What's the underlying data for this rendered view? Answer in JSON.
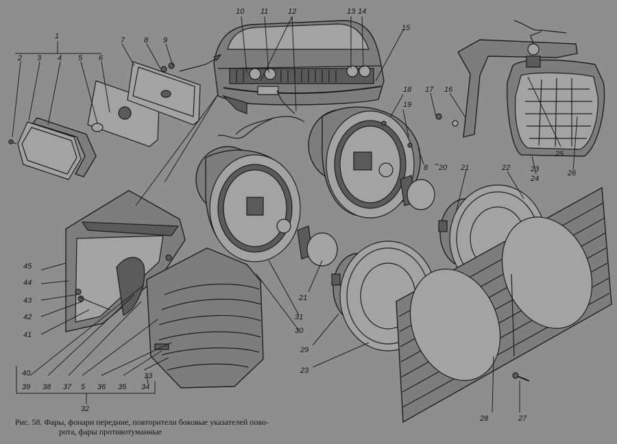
{
  "caption": {
    "line1": "Рис. 58. Фары, фонари передние, повторители боковые указателей пово-",
    "line2": "рота, фары противотуманные"
  },
  "callouts": [
    {
      "id": "c1",
      "label": "1"
    },
    {
      "id": "c2",
      "label": "2"
    },
    {
      "id": "c3",
      "label": "3"
    },
    {
      "id": "c4",
      "label": "4"
    },
    {
      "id": "c5a",
      "label": "5"
    },
    {
      "id": "c6",
      "label": "6"
    },
    {
      "id": "c7",
      "label": "7"
    },
    {
      "id": "c8a",
      "label": "8"
    },
    {
      "id": "c9",
      "label": "9"
    },
    {
      "id": "c10",
      "label": "10"
    },
    {
      "id": "c11",
      "label": "11"
    },
    {
      "id": "c12",
      "label": "12"
    },
    {
      "id": "c13",
      "label": "13"
    },
    {
      "id": "c14",
      "label": "14"
    },
    {
      "id": "c15",
      "label": "15"
    },
    {
      "id": "c16",
      "label": "16"
    },
    {
      "id": "c17",
      "label": "17"
    },
    {
      "id": "c18",
      "label": "18"
    },
    {
      "id": "c19",
      "label": "19"
    },
    {
      "id": "c8b",
      "label": "8"
    },
    {
      "id": "c20",
      "label": "20"
    },
    {
      "id": "c21a",
      "label": "21"
    },
    {
      "id": "c22",
      "label": "22"
    },
    {
      "id": "c23a",
      "label": "23"
    },
    {
      "id": "c24",
      "label": "24"
    },
    {
      "id": "c25",
      "label": "25"
    },
    {
      "id": "c26",
      "label": "26"
    },
    {
      "id": "c21b",
      "label": "21"
    },
    {
      "id": "c31",
      "label": "31"
    },
    {
      "id": "c30",
      "label": "30"
    },
    {
      "id": "c29",
      "label": "29"
    },
    {
      "id": "c23b",
      "label": "23"
    },
    {
      "id": "c28",
      "label": "28"
    },
    {
      "id": "c27",
      "label": "27"
    },
    {
      "id": "c45",
      "label": "45"
    },
    {
      "id": "c44",
      "label": "44"
    },
    {
      "id": "c43",
      "label": "43"
    },
    {
      "id": "c42",
      "label": "42"
    },
    {
      "id": "c41",
      "label": "41"
    },
    {
      "id": "c40",
      "label": "40"
    },
    {
      "id": "c39",
      "label": "39"
    },
    {
      "id": "c38",
      "label": "38"
    },
    {
      "id": "c37",
      "label": "37"
    },
    {
      "id": "c5b",
      "label": "5"
    },
    {
      "id": "c36",
      "label": "36"
    },
    {
      "id": "c35",
      "label": "35"
    },
    {
      "id": "c34",
      "label": "34"
    },
    {
      "id": "c33",
      "label": "33"
    },
    {
      "id": "c32",
      "label": "32"
    }
  ]
}
